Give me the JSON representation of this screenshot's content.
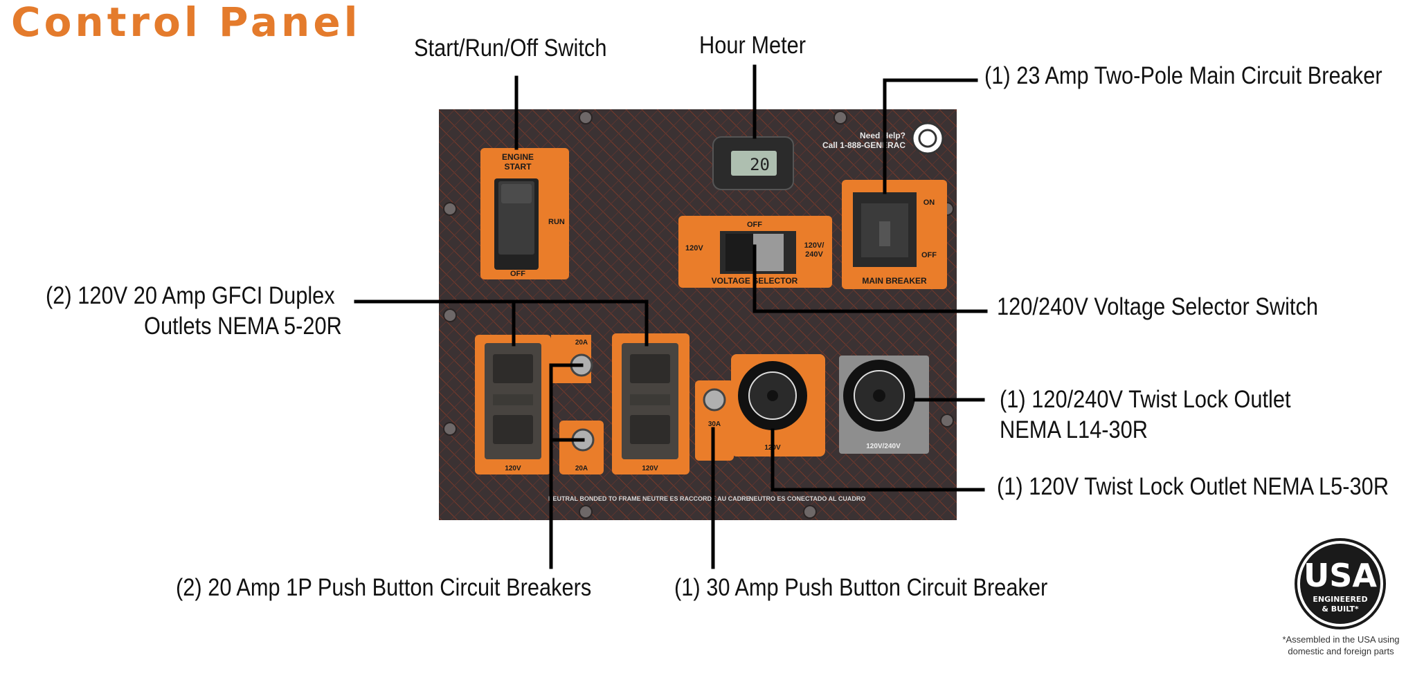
{
  "title": "Control Panel",
  "colors": {
    "accent": "#e47b2c",
    "panel": "#3e3434",
    "orange_plate": "#ea7d2a",
    "leader": "#000000"
  },
  "callouts": {
    "start_switch": "Start/Run/Off Switch",
    "hour_meter": "Hour Meter",
    "main_breaker": "(1) 23 Amp Two-Pole Main Circuit Breaker",
    "gfci_line1": "(2) 120V 20 Amp GFCI Duplex",
    "gfci_line2": "Outlets NEMA 5-20R",
    "voltage_selector": "120/240V Voltage Selector Switch",
    "twist240_line1": "(1) 120/240V Twist Lock Outlet",
    "twist240_line2": "NEMA L14-30R",
    "twist120": "(1) 120V Twist Lock Outlet NEMA L5-30R",
    "push20": "(2) 20 Amp 1P Push Button Circuit Breakers",
    "push30": "(1) 30 Amp Push Button Circuit Breaker"
  },
  "panel": {
    "engine_start": [
      "ENGINE",
      "START"
    ],
    "run": "RUN",
    "off": "OFF",
    "meter_reading": "20",
    "need_help": [
      "Need Help?",
      "Call 1-888-GENERAC"
    ],
    "voltage_selector": {
      "label": "VOLTAGE SELECTOR",
      "off": "OFF",
      "left": "120V",
      "right": [
        "120V/",
        "240V"
      ]
    },
    "main_breaker": {
      "label": "MAIN BREAKER",
      "on": "ON",
      "off": "OFF"
    },
    "amp20": "20A",
    "amp30": "30A",
    "v120": "120V",
    "v120_240": "120V/240V",
    "neutral_note": [
      "NEUTRAL BONDED TO FRAME",
      "NEUTRE ES RACCORDÉ AU CADRE",
      "NEUTRO ES CONECTADO AL CUADRO"
    ]
  },
  "badge": {
    "main": "USA",
    "sub1": "ENGINEERED",
    "sub2": "& BUILT*"
  },
  "footnote": [
    "*Assembled in the USA using",
    "domestic and foreign parts"
  ]
}
